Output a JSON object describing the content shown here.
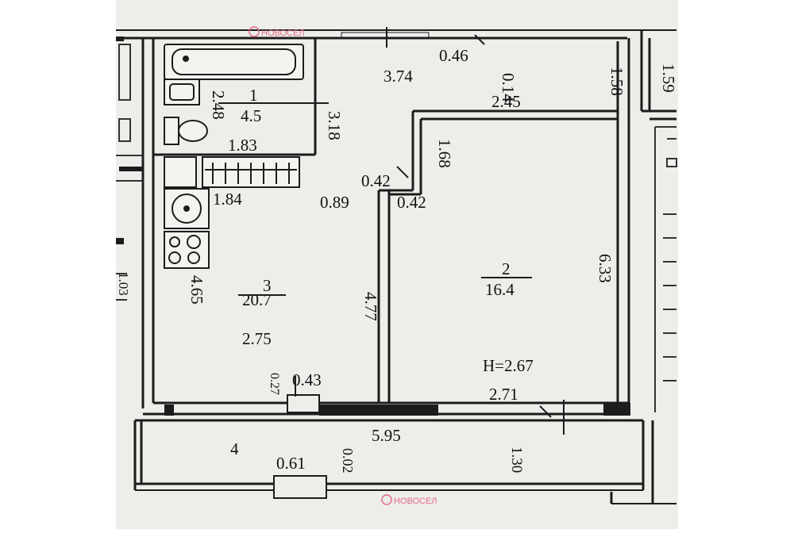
{
  "watermark": {
    "brand": "НОВОСЕЛ"
  },
  "rooms": [
    {
      "number": "1",
      "area": "4.5"
    },
    {
      "number": "2",
      "area": "16.4"
    },
    {
      "number": "3",
      "area": "20.7"
    },
    {
      "number": "4"
    }
  ],
  "ceiling_note": "H=2.67",
  "dimensions": {
    "d_3_74": "3.74",
    "d_0_46": "0.46",
    "d_0_14": "0.14",
    "d_1_58": "1.58",
    "d_1_59": "1.59",
    "d_2_45": "2.45",
    "d_2_48": "2.48",
    "d_3_18": "3.18",
    "d_1_83": "1.83",
    "d_1_68": "1.68",
    "d_0_42_top": "0.42",
    "d_0_42": "0.42",
    "d_1_84": "1.84",
    "d_0_89": "0.89",
    "d_6_33": "6.33",
    "d_4_65": "4.65",
    "d_4_77": "4.77",
    "d_2_75": "2.75",
    "d_0_27": "0.27",
    "d_0_43": "0.43",
    "d_2_71": "2.71",
    "d_5_95": "5.95",
    "d_0_61": "0.61",
    "d_0_02": "0.02",
    "d_1_30": "1.30",
    "d_edge": "1.03"
  }
}
